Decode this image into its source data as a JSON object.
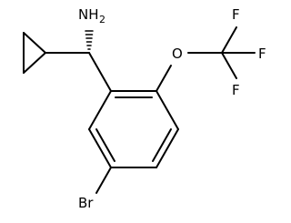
{
  "molecule": {
    "atoms": {
      "amine": "NH",
      "amine_subscript": "2",
      "oxygen": "O",
      "fluorine_1": "F",
      "fluorine_2": "F",
      "fluorine_3": "F",
      "bromine": "Br"
    }
  }
}
